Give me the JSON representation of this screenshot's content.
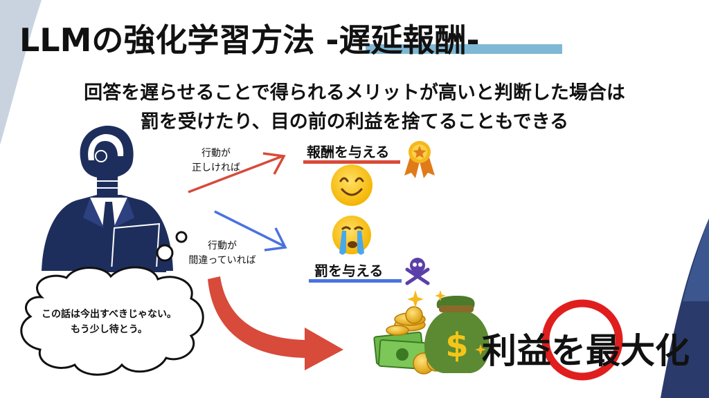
{
  "title": "LLMの強化学習方法 -遅延報酬-",
  "subtitle": {
    "line1": "回答を遅らせることで得られるメリットが高いと判断した場合は",
    "line2": "罰を受けたり、目の前の利益を捨てることもできる"
  },
  "branches": {
    "correct": {
      "line1": "行動が",
      "line2": "正しければ"
    },
    "wrong": {
      "line1": "行動が",
      "line2": "間違っていれば"
    }
  },
  "outcomes": {
    "reward": "報酬を与える",
    "penalty": "罰を与える"
  },
  "thought_bubble": {
    "line1": "この話は今出すべきじゃない。",
    "line2": "もう少し待とう。"
  },
  "result": "利益を最大化",
  "icons": [
    "robot-businessman-icon",
    "medal-star-icon",
    "smiling-face-icon",
    "crying-face-icon",
    "skull-crossbones-icon",
    "money-bag-icon",
    "coin-stack-icon",
    "banknotes-icon",
    "sparkle-icon"
  ],
  "colors": {
    "accent_blue": "#7fb8d4",
    "arrow_red": "#d84a3a",
    "arrow_blue": "#4a72e0",
    "corner_navy": "#2a3a6a",
    "circle_red": "#e01e1e"
  }
}
